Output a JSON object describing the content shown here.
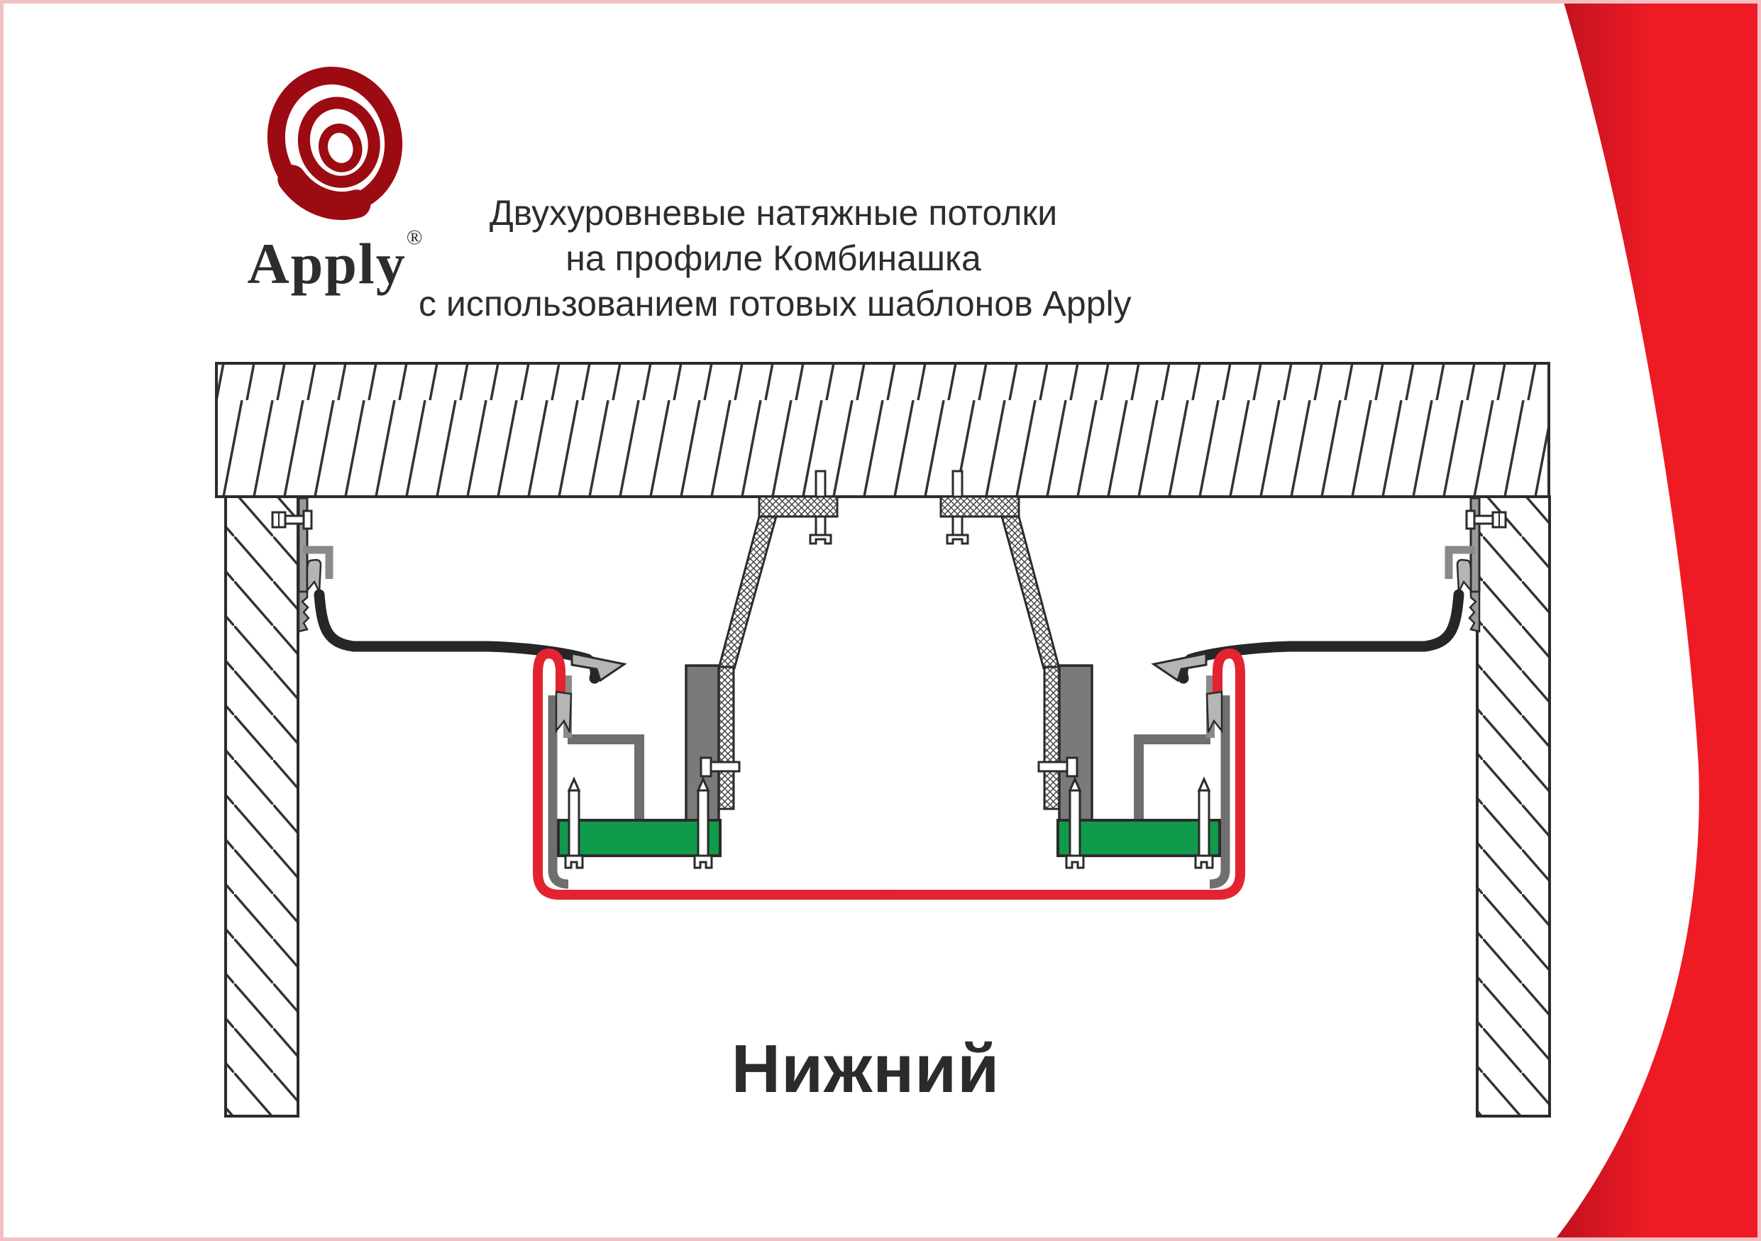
{
  "page": {
    "background": "#ffffff"
  },
  "colors": {
    "page_bg": "#ffffff",
    "border_pink": "#f2c0c4",
    "swoosh_dark": "#c21220",
    "swoosh_bright": "#ee1b24",
    "logo_red_dark": "#9c0b11",
    "logo_red": "#e8131c",
    "accent_red": "#e32330",
    "green": "#0f9b4b",
    "profile_gray": "#6f6f6f",
    "bracket_gray": "#7a7a7a",
    "light_gray": "#b5b5b5",
    "wall_strip_gray": "#9a9a9a",
    "membrane_black": "#262626",
    "outline": "#2b2b2b",
    "text_dark": "#2d2d2d"
  },
  "brand": {
    "name": "Apply",
    "registered": "®"
  },
  "header": {
    "title_lines": [
      "Двухуровневые натяжные потолки",
      "на профиле Комбинашка",
      "с использованием готовых шаблонов Apply"
    ]
  },
  "diagram": {
    "caption": "Нижний"
  }
}
